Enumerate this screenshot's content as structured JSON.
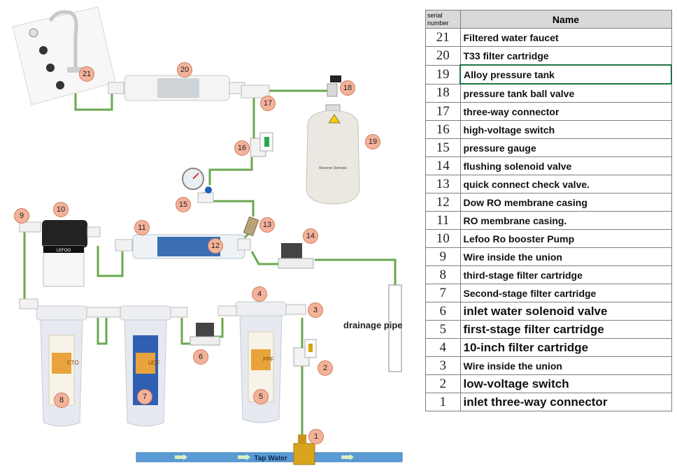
{
  "table": {
    "header_serial": "serial number",
    "header_name": "Name",
    "rows": [
      {
        "num": "21",
        "name": "Filtered water faucet",
        "size": "normal"
      },
      {
        "num": "20",
        "name": "T33 filter cartridge",
        "size": "normal"
      },
      {
        "num": "19",
        "name": "Alloy pressure tank",
        "size": "normal",
        "selected": true
      },
      {
        "num": "18",
        "name": "pressure tank ball valve",
        "size": "normal"
      },
      {
        "num": "17",
        "name": "three-way connector",
        "size": "normal"
      },
      {
        "num": "16",
        "name": "high-voltage switch",
        "size": "normal"
      },
      {
        "num": "15",
        "name": "pressure gauge",
        "size": "normal"
      },
      {
        "num": "14",
        "name": "flushing solenoid valve",
        "size": "normal"
      },
      {
        "num": "13",
        "name": "quick connect check valve.",
        "size": "normal"
      },
      {
        "num": "12",
        "name": "Dow RO membrane casing",
        "size": "normal"
      },
      {
        "num": "11",
        "name": "RO membrane casing.",
        "size": "normal"
      },
      {
        "num": "10",
        "name": "Lefoo Ro booster Pump",
        "size": "normal"
      },
      {
        "num": "9",
        "name": " Wire inside the union",
        "size": "normal"
      },
      {
        "num": "8",
        "name": "third-stage filter cartridge",
        "size": "normal"
      },
      {
        "num": "7",
        "name": "Second-stage filter cartridge",
        "size": "normal"
      },
      {
        "num": "6",
        "name": "inlet water solenoid valve",
        "size": "large"
      },
      {
        "num": "5",
        "name": "first-stage filter cartridge",
        "size": "large"
      },
      {
        "num": "4",
        "name": "10-inch filter cartridge",
        "size": "large"
      },
      {
        "num": "3",
        "name": "Wire inside the union",
        "size": "normal"
      },
      {
        "num": "2",
        "name": "low-voltage switch",
        "size": "large"
      },
      {
        "num": "1",
        "name": "inlet three-way connector",
        "size": "large"
      }
    ]
  },
  "diagram": {
    "drainage_label": "drainage pipe",
    "tap_water_label": "Tap Water",
    "pump_brand": "LEFOO",
    "tank_label": "Reverse Osmosis",
    "cartridge_labels": {
      "first": "PPF",
      "second": "UDF",
      "third": "CTO"
    },
    "callouts": [
      "1",
      "2",
      "3",
      "4",
      "5",
      "6",
      "7",
      "8",
      "9",
      "10",
      "11",
      "12",
      "13",
      "14",
      "15",
      "16",
      "17",
      "18",
      "19",
      "20",
      "21"
    ]
  },
  "colors": {
    "tube": "#6aa84f",
    "callout_fill": "#f4b29a",
    "header_bg": "#d9d9d9",
    "selection": "#217346",
    "tap_pipe": "#5b9bd5"
  }
}
